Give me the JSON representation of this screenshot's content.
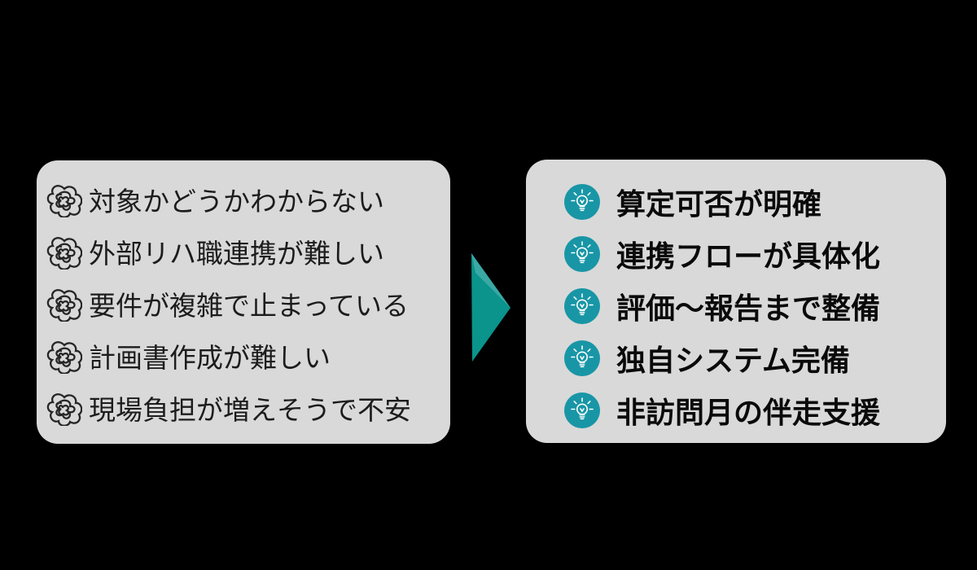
{
  "left_card": {
    "items": [
      "対象かどうかわからない",
      "外部リハ職連携が難しい",
      "要件が複雑で止まっている",
      "計画書作成が難しい",
      "現場負担が増えそうで不安"
    ]
  },
  "right_card": {
    "items": [
      "算定可否が明確",
      "連携フローが具体化",
      "評価〜報告まで整備",
      "独自システム完備",
      "非訪問月の伴走支援"
    ]
  },
  "icons": {
    "left_item_icon": "tangle-icon",
    "right_item_icon": "lightbulb-icon",
    "connector_icon": "arrow-right-icon"
  },
  "colors": {
    "background": "#000000",
    "card_background": "#d9d9d9",
    "left_text": "#1c1c1c",
    "right_text": "#0a0a0a",
    "bulb_circle": "#1896a6",
    "bulb_stroke": "#ffffff",
    "arrow_dark": "#0a948c",
    "arrow_light": "#3ba8a4",
    "tangle_stroke": "#262626"
  }
}
